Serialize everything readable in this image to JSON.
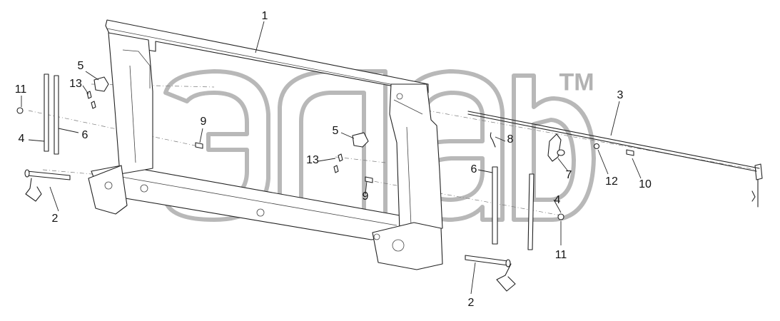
{
  "watermark": {
    "logo_text": "элаб",
    "trademark": "TM"
  },
  "callouts": [
    {
      "id": "c1",
      "text": "1"
    },
    {
      "id": "c2a",
      "text": "2"
    },
    {
      "id": "c2b",
      "text": "2"
    },
    {
      "id": "c3",
      "text": "3"
    },
    {
      "id": "c4a",
      "text": "4"
    },
    {
      "id": "c4b",
      "text": "4"
    },
    {
      "id": "c5a",
      "text": "5"
    },
    {
      "id": "c5b",
      "text": "5"
    },
    {
      "id": "c6a",
      "text": "6"
    },
    {
      "id": "c6b",
      "text": "6"
    },
    {
      "id": "c7",
      "text": "7"
    },
    {
      "id": "c8",
      "text": "8"
    },
    {
      "id": "c9a",
      "text": "9"
    },
    {
      "id": "c9b",
      "text": "9"
    },
    {
      "id": "c10",
      "text": "10"
    },
    {
      "id": "c11a",
      "text": "11"
    },
    {
      "id": "c11b",
      "text": "11"
    },
    {
      "id": "c12",
      "text": "12"
    },
    {
      "id": "c13a",
      "text": "13"
    },
    {
      "id": "c13b",
      "text": "13"
    }
  ]
}
